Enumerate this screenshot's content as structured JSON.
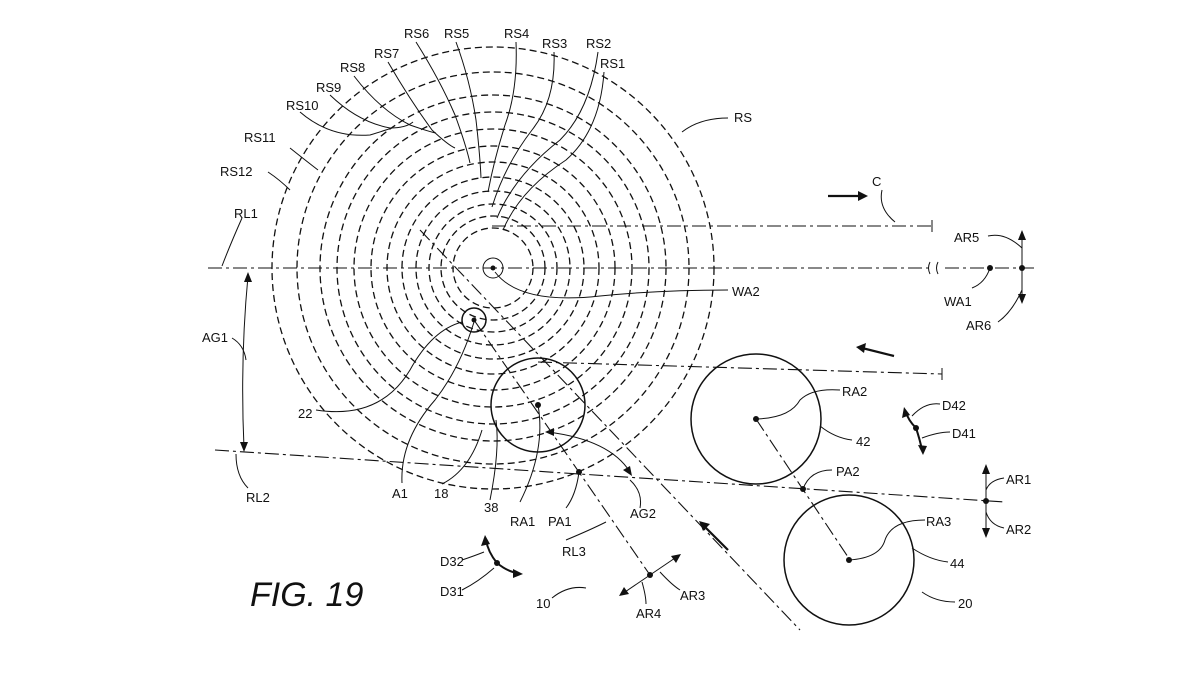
{
  "figure_label": "FIG. 19",
  "labels": {
    "RS": "RS",
    "RS1": "RS1",
    "RS2": "RS2",
    "RS3": "RS3",
    "RS4": "RS4",
    "RS5": "RS5",
    "RS6": "RS6",
    "RS7": "RS7",
    "RS8": "RS8",
    "RS9": "RS9",
    "RS10": "RS10",
    "RS11": "RS11",
    "RS12": "RS12",
    "C": "C",
    "RL1": "RL1",
    "RL2": "RL2",
    "RL3": "RL3",
    "AG1": "AG1",
    "AG2": "AG2",
    "WA1": "WA1",
    "WA2": "WA2",
    "AR1": "AR1",
    "AR2": "AR2",
    "AR3": "AR3",
    "AR4": "AR4",
    "AR5": "AR5",
    "AR6": "AR6",
    "RA1": "RA1",
    "RA2": "RA2",
    "RA3": "RA3",
    "PA1": "PA1",
    "PA2": "PA2",
    "D31": "D31",
    "D32": "D32",
    "D41": "D41",
    "D42": "D42",
    "A1": "A1",
    "n10": "10",
    "n18": "18",
    "n20": "20",
    "n22": "22",
    "n38": "38",
    "n42": "42",
    "n44": "44"
  }
}
